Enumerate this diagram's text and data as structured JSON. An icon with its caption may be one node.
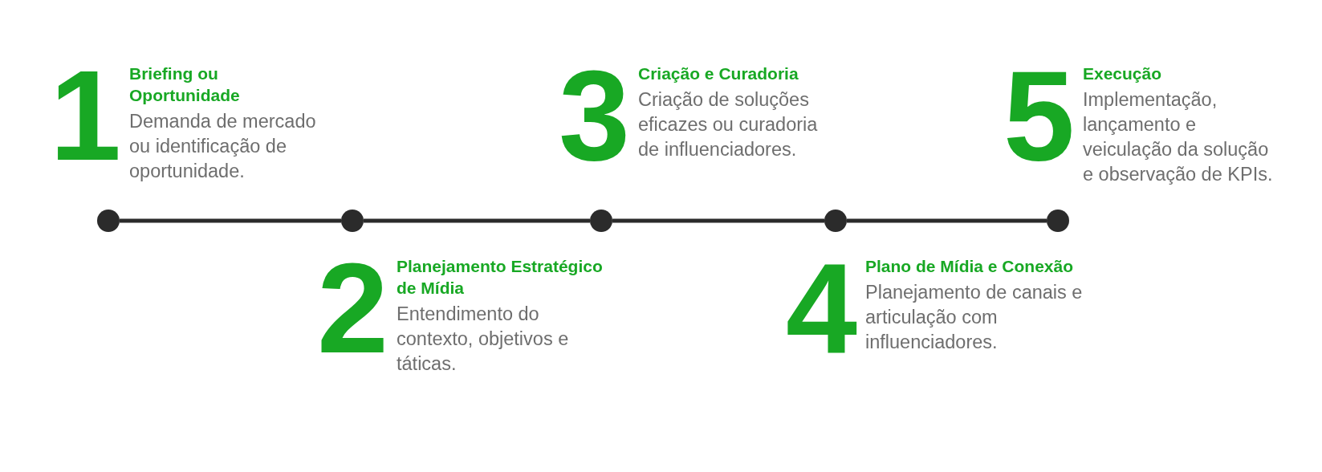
{
  "diagram": {
    "nodes": [
      {
        "text": [],
        "shape": "circle"
      },
      {
        "text": [],
        "shape": "circle"
      },
      {
        "text": [],
        "shape": "circle"
      },
      {
        "text": [],
        "shape": "circle"
      },
      {
        "text": [],
        "shape": "circle"
      }
    ],
    "edges": [
      {
        "from": 0,
        "to": 1,
        "arrow": "none"
      },
      {
        "from": 1,
        "to": 2,
        "arrow": "none"
      },
      {
        "from": 2,
        "to": 3,
        "arrow": "none"
      },
      {
        "from": 3,
        "to": 4,
        "arrow": "none"
      }
    ],
    "labels": [
      "1",
      "Briefing ou Oportunidade",
      "Demanda de mercado ou identificação de oportunidade.",
      "3",
      "Criação e Curadoria",
      "Criação de soluções eficazes ou curadoria de influenciadores.",
      "5",
      "Execução",
      "Implementação, lançamento e veiculação da solução e observação de KPIs.",
      "2",
      "Planejamento Estratégico de Mídia",
      "Entendimento do contexto, objetivos e táticas.",
      "4",
      "Plano de Mídia e Conexão",
      "Planejamento de canais e articulação com influenciadores."
    ]
  }
}
